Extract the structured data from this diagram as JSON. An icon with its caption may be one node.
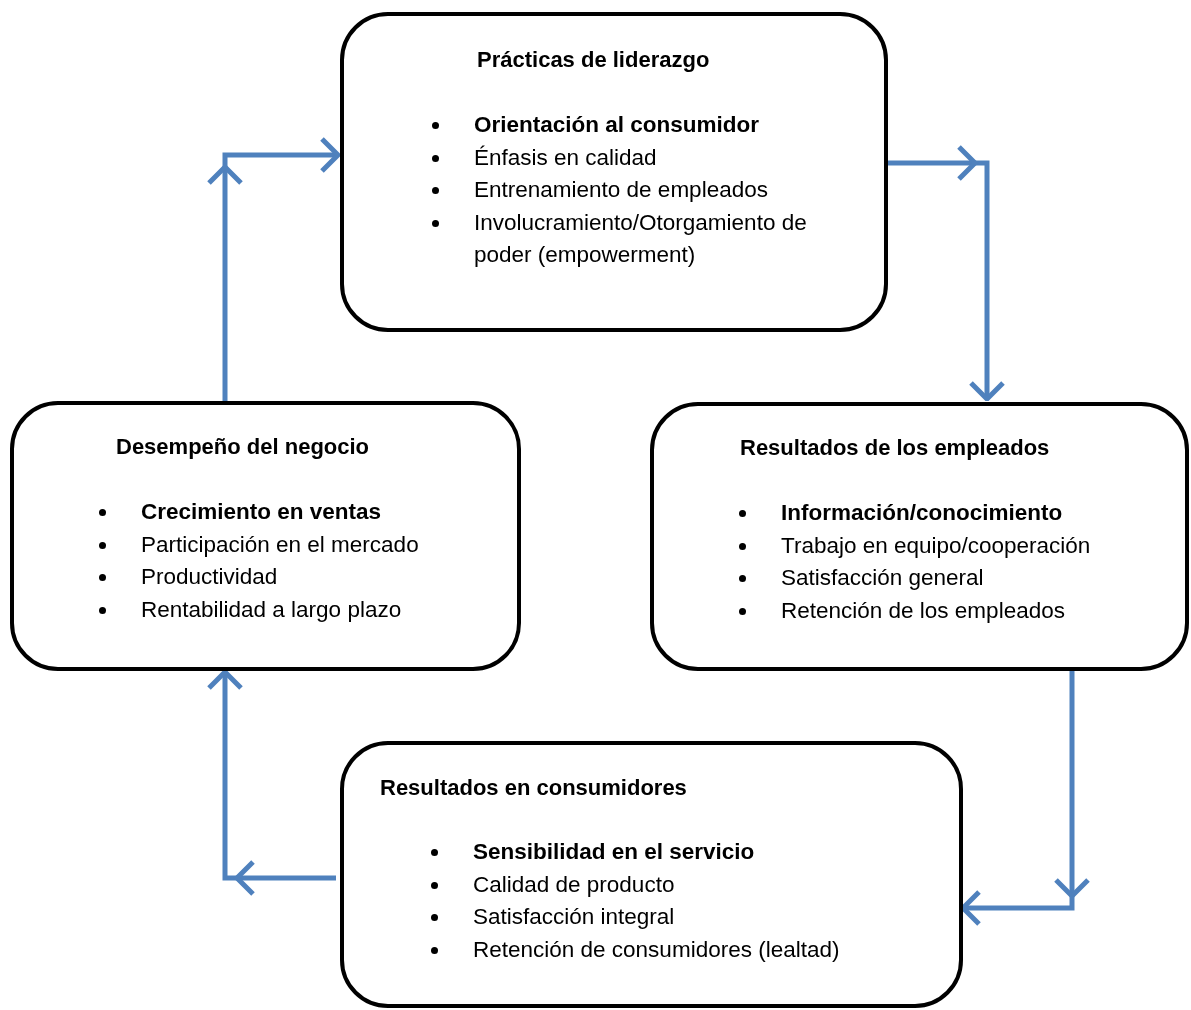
{
  "diagram": {
    "nodes": [
      {
        "text": [
          "Prácticas de liderazgo",
          "Orientación al consumidor",
          "Énfasis en calidad",
          "Entrenamiento de empleados",
          "Involucramiento/Otorgamiento de poder (empowerment)"
        ]
      },
      {
        "text": [
          "Desempeño del negocio",
          "Crecimiento en ventas",
          "Participación en el mercado",
          "Productividad",
          "Rentabilidad a largo plazo"
        ]
      },
      {
        "text": [
          "Resultados de los empleados",
          "Información/conocimiento",
          "Trabajo en equipo/cooperación",
          "Satisfacción general",
          "Retención de los empleados"
        ]
      },
      {
        "text": [
          "Resultados en consumidores",
          "Sensibilidad en el servicio",
          "Calidad de producto",
          "Satisfacción integral",
          "Retención de consumidores (lealtad)"
        ]
      }
    ],
    "edges": [
      {
        "from": 0,
        "to": 2,
        "arrow": "to"
      },
      {
        "from": 2,
        "to": 3,
        "arrow": "to"
      },
      {
        "from": 3,
        "to": 1,
        "arrow": "to"
      },
      {
        "from": 1,
        "to": 0,
        "arrow": "to"
      }
    ]
  }
}
